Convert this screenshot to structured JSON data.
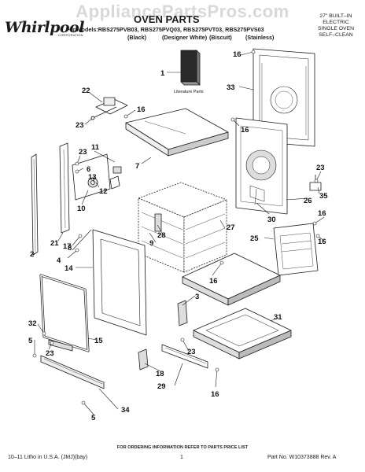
{
  "watermark": "AppliancePartsPros.com",
  "title": "OVEN PARTS",
  "brand": {
    "name": "Whirlpool",
    "sub": "CORPORATION"
  },
  "models_line": "For Models:RBS275PVB03, RBS275PVQ03, RBS275PVT03, RBS275PVS03",
  "colors": [
    "(Black)",
    "(Designer White)",
    "(Biscuit)",
    "(Stainless)"
  ],
  "product": {
    "line1": "27\" BUILT–IN ELECTRIC",
    "line2": "SINGLE OVEN",
    "line3": "SELF–CLEAN"
  },
  "literature_label": "Literature Parts",
  "callouts": [
    {
      "label": "1"
    },
    {
      "label": "16"
    },
    {
      "label": "33"
    },
    {
      "label": "22"
    },
    {
      "label": "16"
    },
    {
      "label": "23"
    },
    {
      "label": "16"
    },
    {
      "label": "7"
    },
    {
      "label": "23"
    },
    {
      "label": "11"
    },
    {
      "label": "6"
    },
    {
      "label": "13"
    },
    {
      "label": "12"
    },
    {
      "label": "10"
    },
    {
      "label": "23"
    },
    {
      "label": "35"
    },
    {
      "label": "26"
    },
    {
      "label": "30"
    },
    {
      "label": "28"
    },
    {
      "label": "9"
    },
    {
      "label": "27"
    },
    {
      "label": "16"
    },
    {
      "label": "25"
    },
    {
      "label": "2"
    },
    {
      "label": "21"
    },
    {
      "label": "17"
    },
    {
      "label": "8"
    },
    {
      "label": "4"
    },
    {
      "label": "16"
    },
    {
      "label": "14"
    },
    {
      "label": "16"
    },
    {
      "label": "3"
    },
    {
      "label": "31"
    },
    {
      "label": "32"
    },
    {
      "label": "15"
    },
    {
      "label": "5"
    },
    {
      "label": "23"
    },
    {
      "label": "23"
    },
    {
      "label": "18"
    },
    {
      "label": "29"
    },
    {
      "label": "16"
    },
    {
      "label": "34"
    },
    {
      "label": "5"
    }
  ],
  "footer": {
    "note": "FOR ORDERING INFORMATION REFER TO PARTS PRICE LIST",
    "left": "10–11 Litho in U.S.A. (JMJ)(bay)",
    "center": "1",
    "right": "Part No. W10373888 Rev. A"
  },
  "colors_style": {
    "line": "#1a1a1a",
    "fill": "#ffffff",
    "shade": "#d9d9d9",
    "watermark": "#d8d8d8"
  }
}
